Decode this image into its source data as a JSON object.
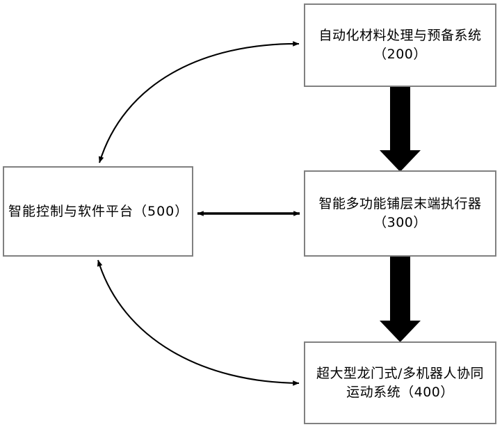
{
  "diagram": {
    "type": "block-flow-diagram",
    "background_color": "#ffffff",
    "box_border_color": "#808080",
    "connector_color": "#000000",
    "nodes": [
      {
        "id": "500",
        "name": "intelligent-control-software-platform",
        "label": "智能控制与软件平台（500）",
        "reference_number": "500"
      },
      {
        "id": "200",
        "name": "automated-material-handling-preparation-system",
        "label": "自动化材料处理与预备系统\n（200）",
        "reference_number": "200"
      },
      {
        "id": "300",
        "name": "intelligent-multifunction-layup-end-effector",
        "label": "智能多功能铺层末端执行器\n（300）",
        "reference_number": "300"
      },
      {
        "id": "400",
        "name": "gantry-multi-robot-coordinated-motion-system",
        "label": "超大型龙门式/多机器人协同\n运动系统（400）",
        "reference_number": "400"
      }
    ],
    "connectors": [
      {
        "name": "connector-500-200",
        "from": "500",
        "to": "200",
        "style": "curved",
        "arrowheads": "both",
        "thickness": "thin"
      },
      {
        "name": "connector-500-300",
        "from": "500",
        "to": "300",
        "style": "straight-horizontal",
        "arrowheads": "both",
        "thickness": "thin"
      },
      {
        "name": "connector-500-400",
        "from": "500",
        "to": "400",
        "style": "curved",
        "arrowheads": "both",
        "thickness": "thin"
      },
      {
        "name": "connector-200-300",
        "from": "200",
        "to": "300",
        "style": "block-arrow-vertical",
        "arrowheads": "down",
        "thickness": "thick"
      },
      {
        "name": "connector-300-400",
        "from": "300",
        "to": "400",
        "style": "block-arrow-vertical",
        "arrowheads": "down",
        "thickness": "thick"
      }
    ]
  }
}
